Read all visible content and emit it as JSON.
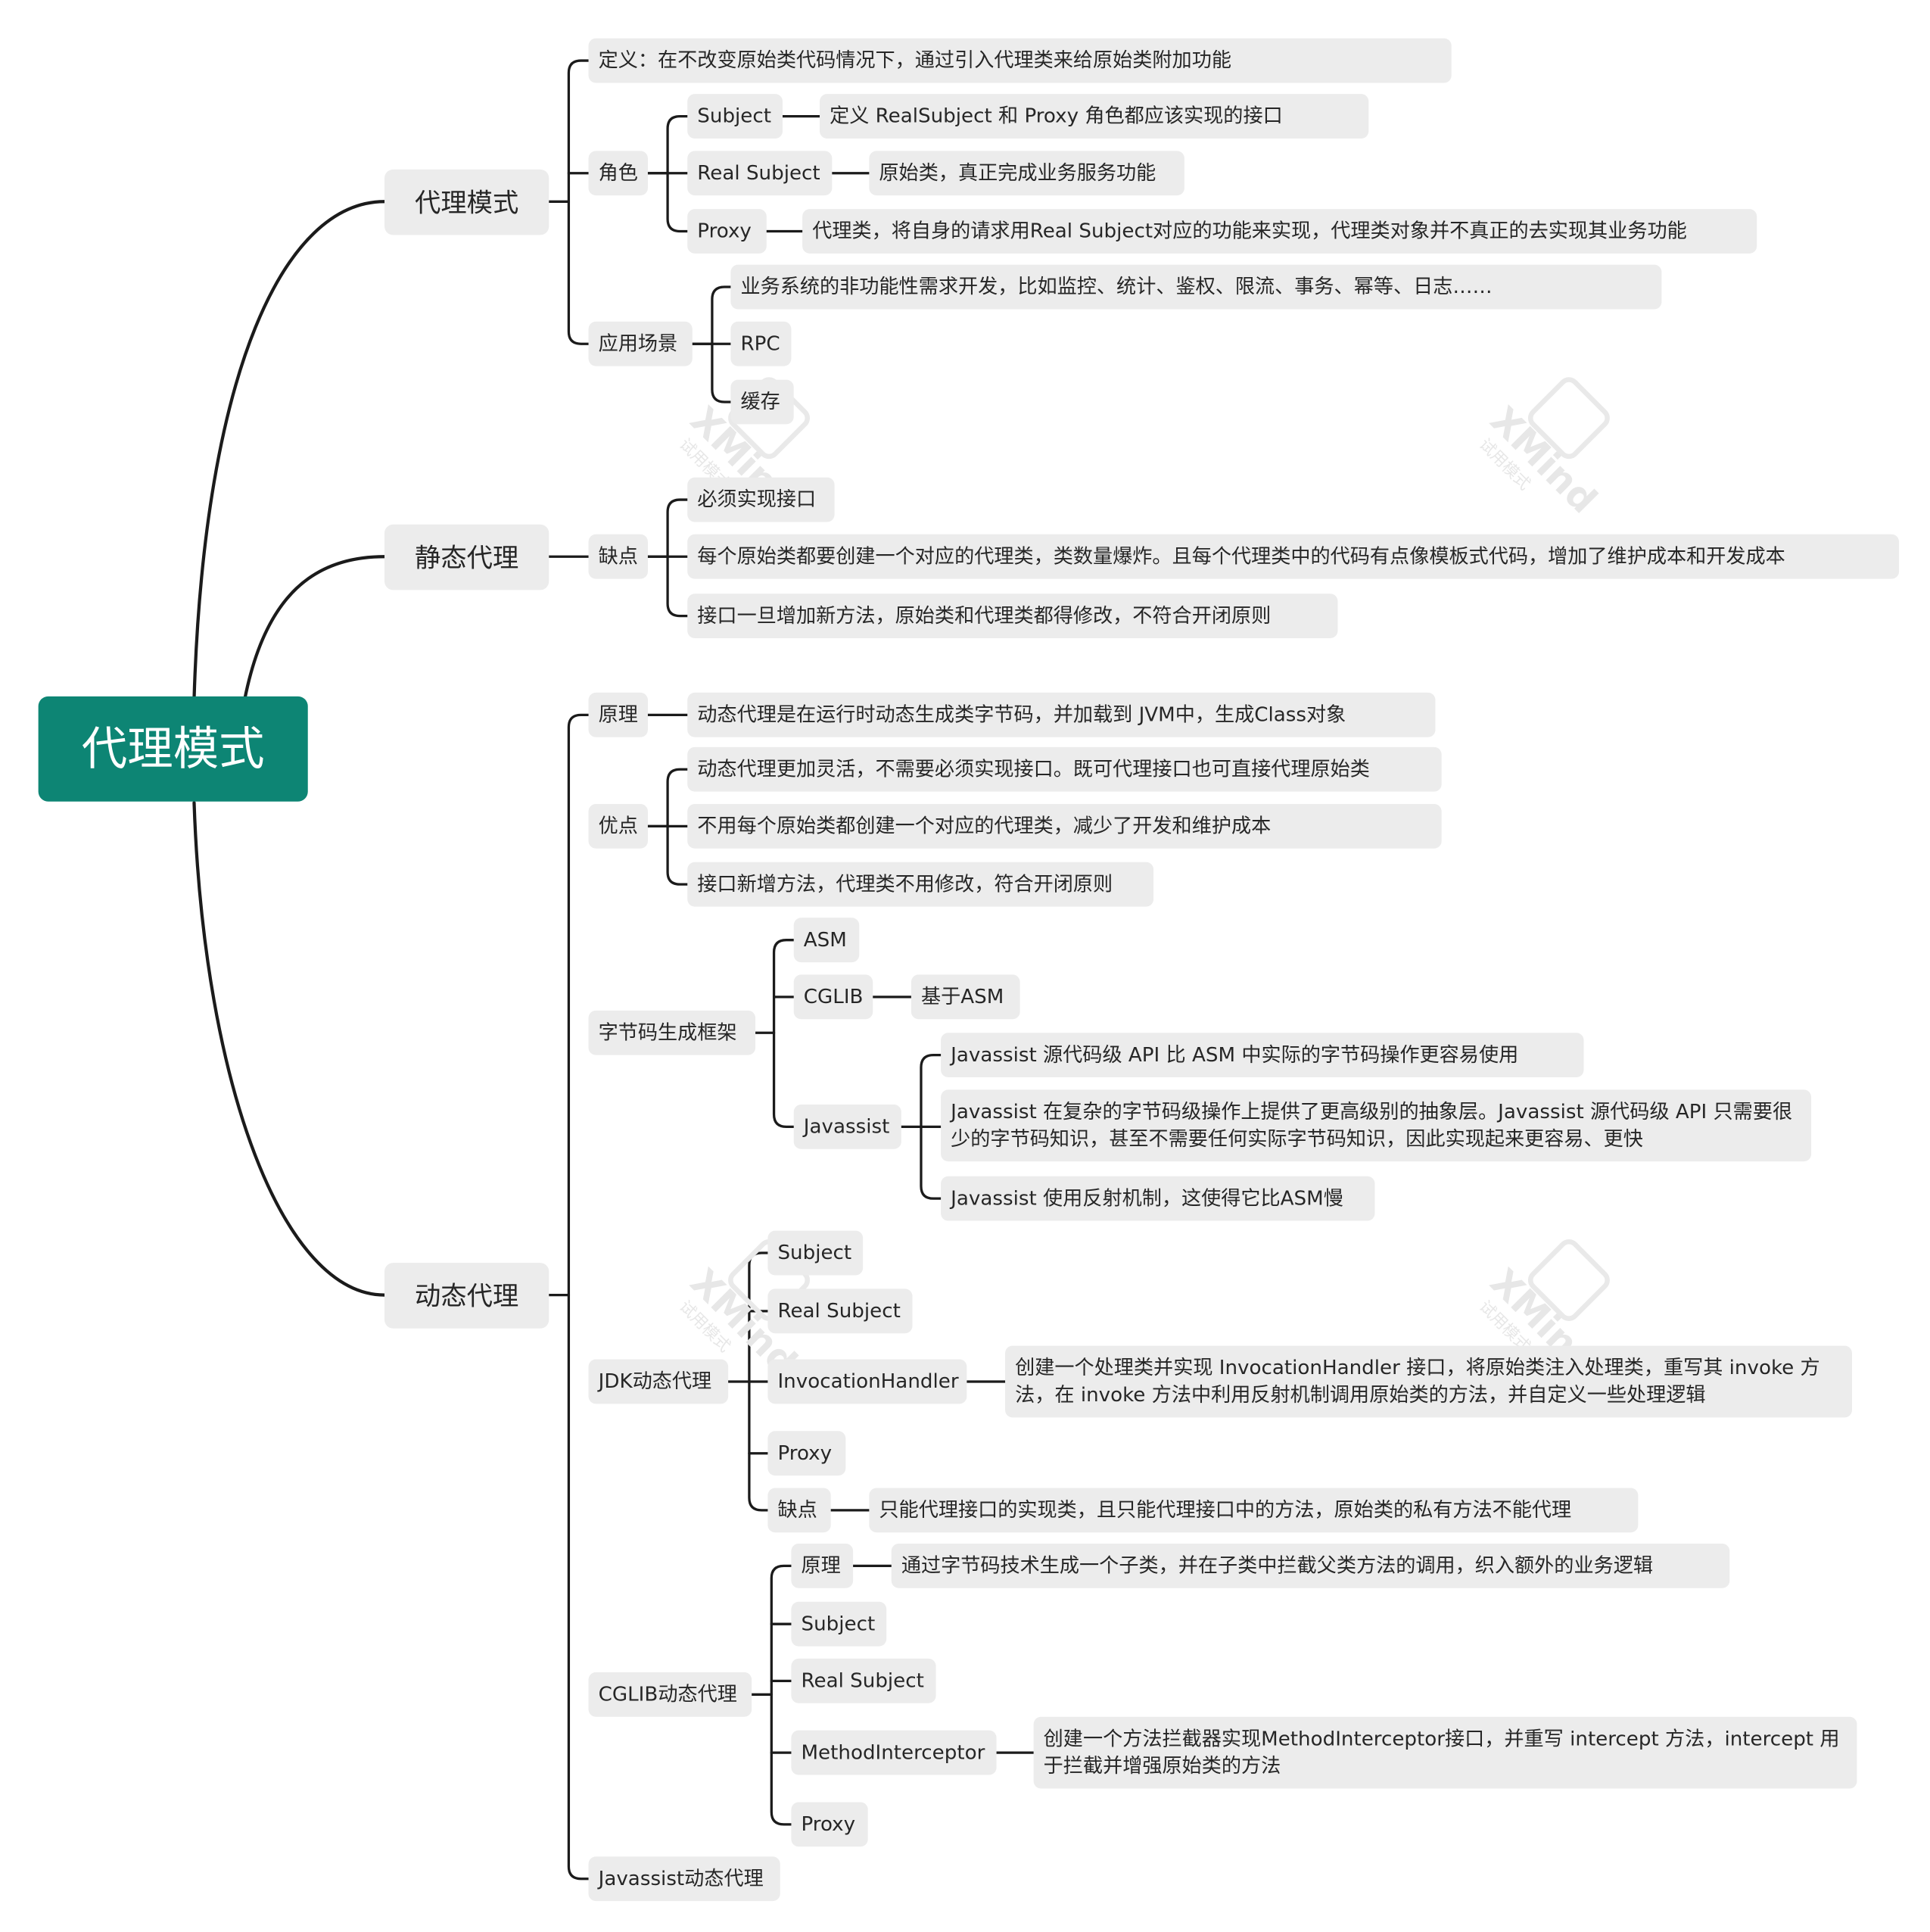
{
  "root": "代理模式",
  "branches": [
    {
      "id": "b1",
      "label": "代理模式"
    },
    {
      "id": "b2",
      "label": "静态代理"
    },
    {
      "id": "b3",
      "label": "动态代理"
    }
  ],
  "proxy_pattern": {
    "definition": "定义：在不改变原始类代码情况下，通过引入代理类来给原始类附加功能",
    "roles": {
      "label": "角色",
      "subject": "Subject",
      "subject_desc": "定义 RealSubject 和 Proxy 角色都应该实现的接口",
      "real_subject": "Real Subject",
      "real_subject_desc": "原始类，真正完成业务服务功能",
      "proxy": "Proxy",
      "proxy_desc": "代理类，将自身的请求用Real Subject对应的功能来实现，代理类对象并不真正的去实现其业务功能"
    },
    "scenarios": {
      "label": "应用场景",
      "items": [
        "业务系统的非功能性需求开发，比如监控、统计、鉴权、限流、事务、幂等、日志……",
        "RPC",
        "缓存"
      ]
    }
  },
  "static_proxy": {
    "cons_label": "缺点",
    "cons": [
      "必须实现接口",
      "每个原始类都要创建一个对应的代理类，类数量爆炸。且每个代理类中的代码有点像模板式代码，增加了维护成本和开发成本",
      "接口一旦增加新方法，原始类和代理类都得修改，不符合开闭原则"
    ]
  },
  "dynamic_proxy": {
    "principle_label": "原理",
    "principle": "动态代理是在运行时动态生成类字节码，并加载到 JVM中，生成Class对象",
    "pros_label": "优点",
    "pros": [
      "动态代理更加灵活，不需要必须实现接口。既可代理接口也可直接代理原始类",
      "不用每个原始类都创建一个对应的代理类，减少了开发和维护成本",
      "接口新增方法，代理类不用修改，符合开闭原则"
    ],
    "bytecode": {
      "label": "字节码生成框架",
      "asm": "ASM",
      "cglib": "CGLIB",
      "cglib_desc": "基于ASM",
      "javassist": "Javassist",
      "javassist_items": [
        "Javassist 源代码级 API 比 ASM 中实际的字节码操作更容易使用",
        "Javassist 在复杂的字节码级操作上提供了更高级别的抽象层。Javassist 源代码级 API 只需要很少的字节码知识，甚至不需要任何实际字节码知识，因此实现起来更容易、更快",
        "Javassist 使用反射机制，这使得它比ASM慢"
      ]
    },
    "jdk": {
      "label": "JDK动态代理",
      "subject": "Subject",
      "real_subject": "Real Subject",
      "handler": "InvocationHandler",
      "handler_desc": "创建一个处理类并实现 InvocationHandler 接口，将原始类注入处理类，重写其 invoke 方法，在 invoke 方法中利用反射机制调用原始类的方法，并自定义一些处理逻辑",
      "proxy": "Proxy",
      "cons_label": "缺点",
      "cons": "只能代理接口的实现类，且只能代理接口中的方法，原始类的私有方法不能代理"
    },
    "cglib_proxy": {
      "label": "CGLIB动态代理",
      "principle_label": "原理",
      "principle": "通过字节码技术生成一个子类，并在子类中拦截父类方法的调用，织入额外的业务逻辑",
      "subject": "Subject",
      "real_subject": "Real Subject",
      "interceptor": "MethodInterceptor",
      "interceptor_desc": "创建一个方法拦截器实现MethodInterceptor接口，并重写 intercept 方法，intercept 用于拦截并增强原始类的方法",
      "proxy": "Proxy"
    },
    "javassist_proxy": "Javassist动态代理"
  },
  "watermark": {
    "brand": "XMind",
    "sub": "试用模式"
  },
  "colors": {
    "root_bg": "#0d8574",
    "topic_bg": "#ececec",
    "line": "#1b1b1b",
    "text": "#262626"
  }
}
